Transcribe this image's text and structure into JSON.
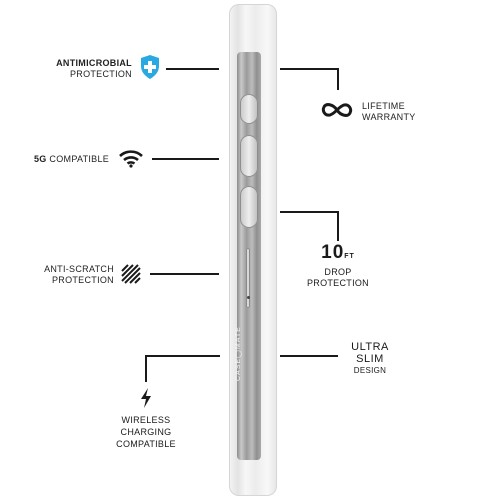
{
  "features": {
    "antimicrobial": {
      "title": "ANTIMICROBIAL",
      "subtitle": "PROTECTION",
      "icon": "shield-plus-icon"
    },
    "lifetime": {
      "line1": "LIFETIME",
      "line2": "WARRANTY",
      "icon": "infinity-icon"
    },
    "fiveg": {
      "bold": "5G",
      "rest": "COMPATIBLE",
      "icon": "wifi-signal-icon"
    },
    "drop": {
      "big": "10",
      "unit": "FT",
      "line1": "DROP",
      "line2": "PROTECTION"
    },
    "antiscratch": {
      "line1": "ANTI-SCRATCH",
      "line2": "PROTECTION",
      "icon": "scratch-icon"
    },
    "slim": {
      "line1": "ULTRA",
      "line2": "SLIM",
      "line3": "DESIGN"
    },
    "wireless": {
      "line1": "WIRELESS",
      "line2": "CHARGING",
      "line3": "COMPATIBLE",
      "icon": "lightning-bolt-icon"
    }
  },
  "brand": "CASE◯MATE",
  "colors": {
    "shield": "#29a9e1",
    "text": "#1a1a1a"
  }
}
